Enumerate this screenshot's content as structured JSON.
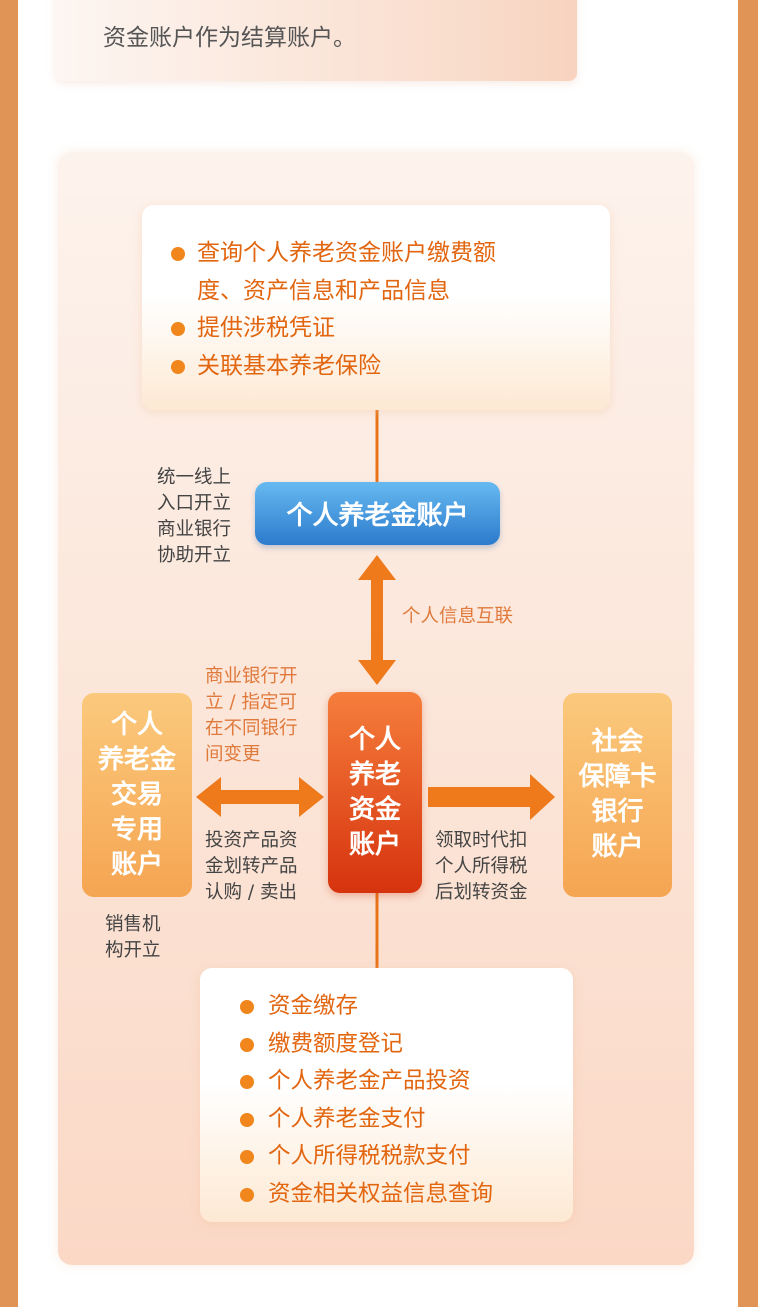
{
  "top_card": {
    "text": "资金账户作为结算账户。"
  },
  "top_info": {
    "items": [
      "查询个人养老资金账户缴费额度、资产信息和产品信息",
      "提供涉税凭证",
      "关联基本养老保险"
    ],
    "item0_lines": [
      "查询个人养老资金账户缴费额",
      "度、资产信息和产品信息"
    ]
  },
  "pension_account": {
    "label": "个人养老金账户",
    "open_note": [
      "统一线上",
      "入口开立",
      "商业银行",
      "协助开立"
    ]
  },
  "link_label": "个人信息互联",
  "center_box": {
    "lines": [
      "个人",
      "养老",
      "资金",
      "账户"
    ]
  },
  "left_box": {
    "lines": [
      "个人",
      "养老金",
      "交易",
      "专用",
      "账户"
    ],
    "note": [
      "销售机",
      "构开立"
    ]
  },
  "right_box": {
    "lines": [
      "社会",
      "保障卡",
      "银行",
      "账户"
    ]
  },
  "left_arrow_top": [
    "商业银行开",
    "立 / 指定可",
    "在不同银行",
    "间变更"
  ],
  "left_arrow_bottom": [
    "投资产品资",
    "金划转产品",
    "认购 / 卖出"
  ],
  "right_arrow_bottom": [
    "领取时代扣",
    "个人所得税",
    "后划转资金"
  ],
  "bottom_info": {
    "items": [
      "资金缴存",
      "缴费额度登记",
      "个人养老金产品投资",
      "个人养老金支付",
      "个人所得税税款支付",
      "资金相关权益信息查询"
    ]
  },
  "colors": {
    "accent": "#e8741a",
    "blue": "#2c7bcd",
    "red": "#d6330e",
    "frame": "#e09455"
  }
}
